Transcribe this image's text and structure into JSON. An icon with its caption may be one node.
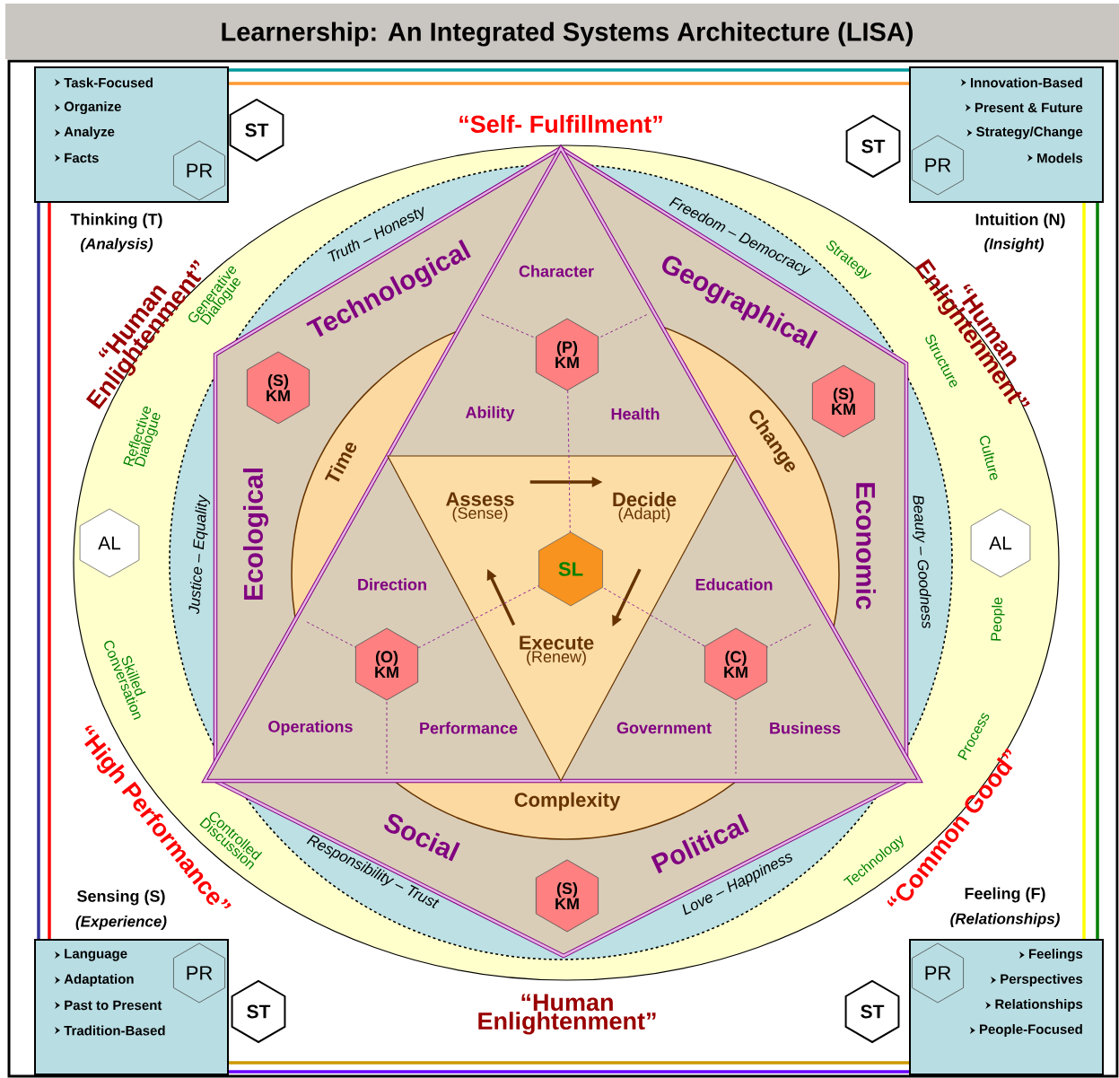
{
  "diagram": {
    "title": "Learnership: An Integrated Systems Architecture (LISA)",
    "nodes": [
      {
        "text": [
          "Task-Focused",
          "Organize",
          "Analyze",
          "Facts"
        ]
      },
      {
        "text": [
          "PR"
        ],
        "in": 0
      },
      {
        "text": [
          "ST"
        ]
      },
      {
        "text": [
          "Innovation-Based",
          "Present & Future",
          "Strategy/Change",
          "Models"
        ]
      },
      {
        "text": [
          "PR"
        ],
        "in": 3
      },
      {
        "text": [
          "ST"
        ]
      },
      {
        "text": [
          "(P) KM"
        ]
      },
      {
        "text": [
          "(S) KM"
        ]
      },
      {
        "text": [
          "(S) KM"
        ]
      },
      {
        "text": [
          "Assess",
          "(Sense)"
        ]
      },
      {
        "text": [
          "Decide",
          "(Adapt)"
        ]
      },
      {
        "text": [
          "AL"
        ]
      },
      {
        "text": [
          "SL"
        ]
      },
      {
        "text": [
          "AL"
        ]
      },
      {
        "text": [
          "Execute",
          "(Renew)"
        ]
      },
      {
        "text": [
          "(O) KM"
        ]
      },
      {
        "text": [
          "(C) KM"
        ]
      },
      {
        "text": [
          "(S) KM"
        ]
      },
      {
        "text": [
          "Language",
          "Adaptation",
          "Past to Present",
          "Tradition-Based"
        ]
      },
      {
        "text": [
          "PR"
        ],
        "in": 18
      },
      {
        "text": [
          "ST"
        ]
      },
      {
        "text": [
          "Feelings",
          "Perspectives",
          "Relationships",
          "People-Focused"
        ]
      },
      {
        "text": [
          "PR"
        ],
        "in": 21
      },
      {
        "text": [
          "ST"
        ]
      }
    ],
    "edges": [
      {
        "from": 0,
        "to": 3,
        "arrow": "none",
        "color": "#009999"
      },
      {
        "from": 0,
        "to": 3,
        "arrow": "none",
        "color": "#ff9933"
      },
      {
        "from": 0,
        "to": 18,
        "arrow": "none",
        "color": "#333399"
      },
      {
        "from": 0,
        "to": 18,
        "arrow": "none",
        "color": "#ff0000"
      },
      {
        "from": 3,
        "to": 21,
        "arrow": "none",
        "color": "#ffff00"
      },
      {
        "from": 3,
        "to": 21,
        "arrow": "none",
        "color": "#008000"
      },
      {
        "from": 18,
        "to": 21,
        "arrow": "none",
        "color": "#cc9900"
      },
      {
        "from": 18,
        "to": 21,
        "arrow": "none",
        "color": "#6600ff"
      },
      {
        "from": 9,
        "to": 10,
        "arrow": "to",
        "color": "#663300"
      },
      {
        "from": 10,
        "to": 14,
        "arrow": "to",
        "color": "#663300"
      },
      {
        "from": 14,
        "to": 9,
        "arrow": "to",
        "color": "#663300"
      },
      {
        "from": 6,
        "to": 12,
        "arrow": "none",
        "style": "dashed",
        "color": "#993399"
      },
      {
        "from": 15,
        "to": 12,
        "arrow": "none",
        "style": "dashed",
        "color": "#993399"
      },
      {
        "from": 16,
        "to": 12,
        "arrow": "none",
        "style": "dashed",
        "color": "#993399"
      }
    ],
    "labels": [
      "“Self- Fulfillment”",
      "Thinking (T)",
      "(Analysis)",
      "Intuition (N)",
      "(Insight)",
      "Truth – Honesty",
      "Freedom – Democracy",
      "“Human Enlightenment”",
      "Generative Dialogue",
      "Technological",
      "Character",
      "Geographical",
      "Strategy",
      "“Human Enlightenment”",
      "Structure",
      "Ability",
      "Health",
      "Reflective Dialogue",
      "Time",
      "Change",
      "Culture",
      "Justice – Equality",
      "Ecological",
      "Direction",
      "Education",
      "Economic",
      "Beauty – Goodness",
      "People",
      "Skilled Conversation",
      "Operations",
      "Performance",
      "Government",
      "Business",
      "Process",
      "Complexity",
      "“High Performance”",
      "Controlled Discussion",
      "Social",
      "Political",
      "“Common Good”",
      "Technology",
      "Responsibility – Trust",
      "Love – Happiness",
      "Sensing (S)",
      "(Experience)",
      "Feeling (F)",
      "(Relationships)",
      "“Human Enlightenment”"
    ]
  }
}
